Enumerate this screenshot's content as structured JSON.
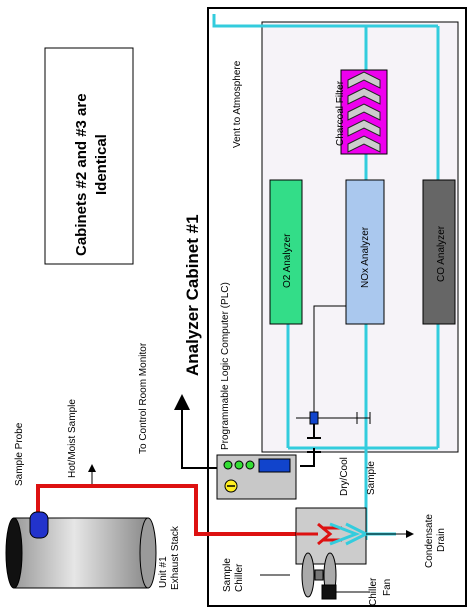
{
  "diagram": {
    "notice_line1": "Cabinets #2 and #3 are",
    "notice_line2": "Identical",
    "cabinet_title": "Analyzer Cabinet #1",
    "vent_label": "Vent to Atmosphere",
    "charcoal_filter": "Charcoal Filter",
    "o2_analyzer": "O2 Analyzer",
    "nox_analyzer": "NOx Analyzer",
    "co_analyzer": "CO Analyzer",
    "plc_label": "Programmable Logic Computer (PLC)",
    "control_room": "To Control Room Monitor",
    "hot_moist_sample": "Hot/Moist Sample",
    "sample_probe": "Sample Probe",
    "dry_cool": "Dry/Cool",
    "sample": "Sample",
    "condensate": "Condensate",
    "drain": "Drain",
    "stack_line1": "Unit #1",
    "stack_line2": "Exhaust Stack",
    "chiller_line1": "Sample",
    "chiller_line2": "Chiller",
    "fan_line1": "Chiller",
    "fan_line2": "Fan"
  },
  "colors": {
    "sample_line": "#33ccdd",
    "hot_line": "#dd1111",
    "o2": "#33dd88",
    "nox": "#aac8ee",
    "co": "#666666",
    "filter": "#ee00ee",
    "plc_screen": "#1144cc",
    "plc_led": "#33dd33",
    "cabinet_fill": "#f6f3f8"
  }
}
